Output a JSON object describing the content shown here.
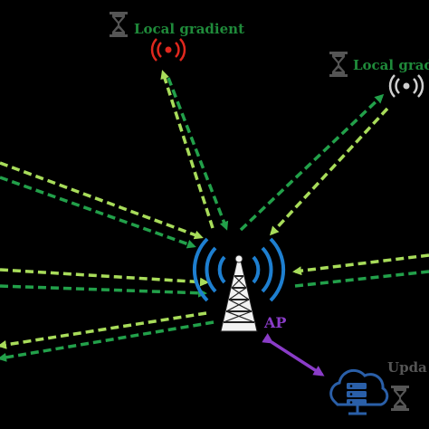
{
  "labels": {
    "local_gradient_top": "Local gradient",
    "local_gradient_right": "Local gradi",
    "ap": "AP",
    "update": "Upda"
  },
  "colors": {
    "background": "#000000",
    "label_green": "#1f8a3a",
    "arrow_dark_green": "#22a04a",
    "arrow_light_green": "#a8dc5a",
    "ap_blue": "#1e7fd0",
    "ap_purple": "#8a3cc8",
    "device_red": "#e0281e",
    "device_gray": "#cfcfcf",
    "cloud_blue": "#2a5fa8",
    "update_gray": "#555555"
  },
  "icons": {
    "hourglass": "hourglass-icon",
    "device_red": "red-device-icon",
    "device_gray": "gray-device-icon",
    "tower": "ap-tower-icon",
    "signal": "wireless-signal-icon",
    "cloud_server": "cloud-server-icon"
  }
}
